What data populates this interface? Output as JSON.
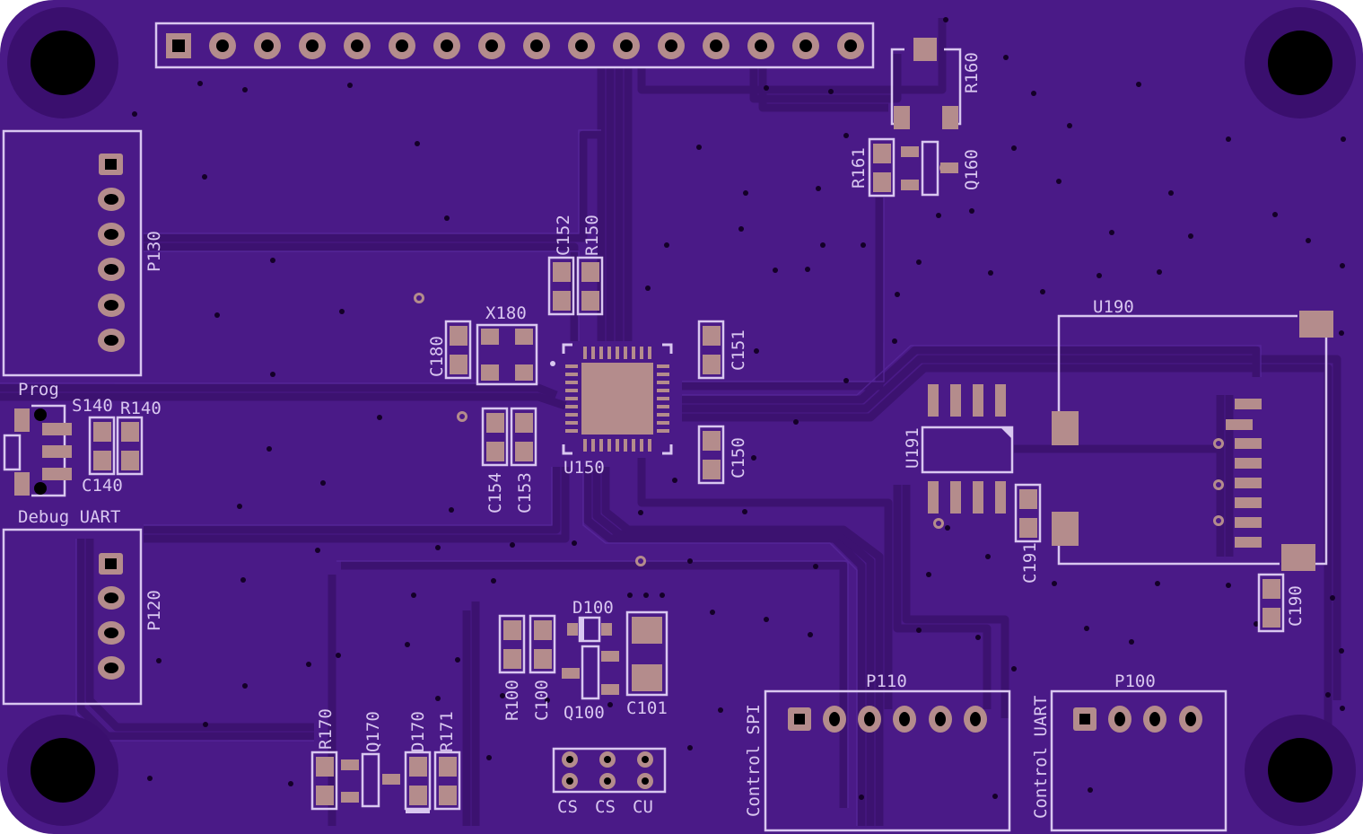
{
  "colors": {
    "board": "#4a1a87",
    "trace": "#3f1476",
    "trace_edge": "#57249a",
    "pad": "#b48c8c",
    "silk": "#d9c7f0",
    "hole": "#000000",
    "annular": "#3a0f6e"
  },
  "labels": {
    "p130": "P130",
    "p120": "P120",
    "p110": "P110",
    "p100": "P100",
    "prog": "Prog",
    "debug_uart": "Debug UART",
    "control_spi": "Control SPI",
    "control_uart": "Control UART",
    "s140": "S140",
    "r140": "R140",
    "c140": "C140",
    "x180": "X180",
    "c180": "C180",
    "c152": "C152",
    "r150": "R150",
    "c151": "C151",
    "c150": "C150",
    "u150": "U150",
    "c154": "C154",
    "c153": "C153",
    "r160": "R160",
    "r161": "R161",
    "q160": "Q160",
    "u190": "U190",
    "u191": "U191",
    "c191": "C191",
    "c190": "C190",
    "d100": "D100",
    "r100": "R100",
    "c100": "C100",
    "q100": "Q100",
    "c101": "C101",
    "r170": "R170",
    "q170": "Q170",
    "d170": "D170",
    "r171": "R171",
    "jumper_cs1": "CS",
    "jumper_cs2": "CS",
    "jumper_cu": "CU"
  }
}
